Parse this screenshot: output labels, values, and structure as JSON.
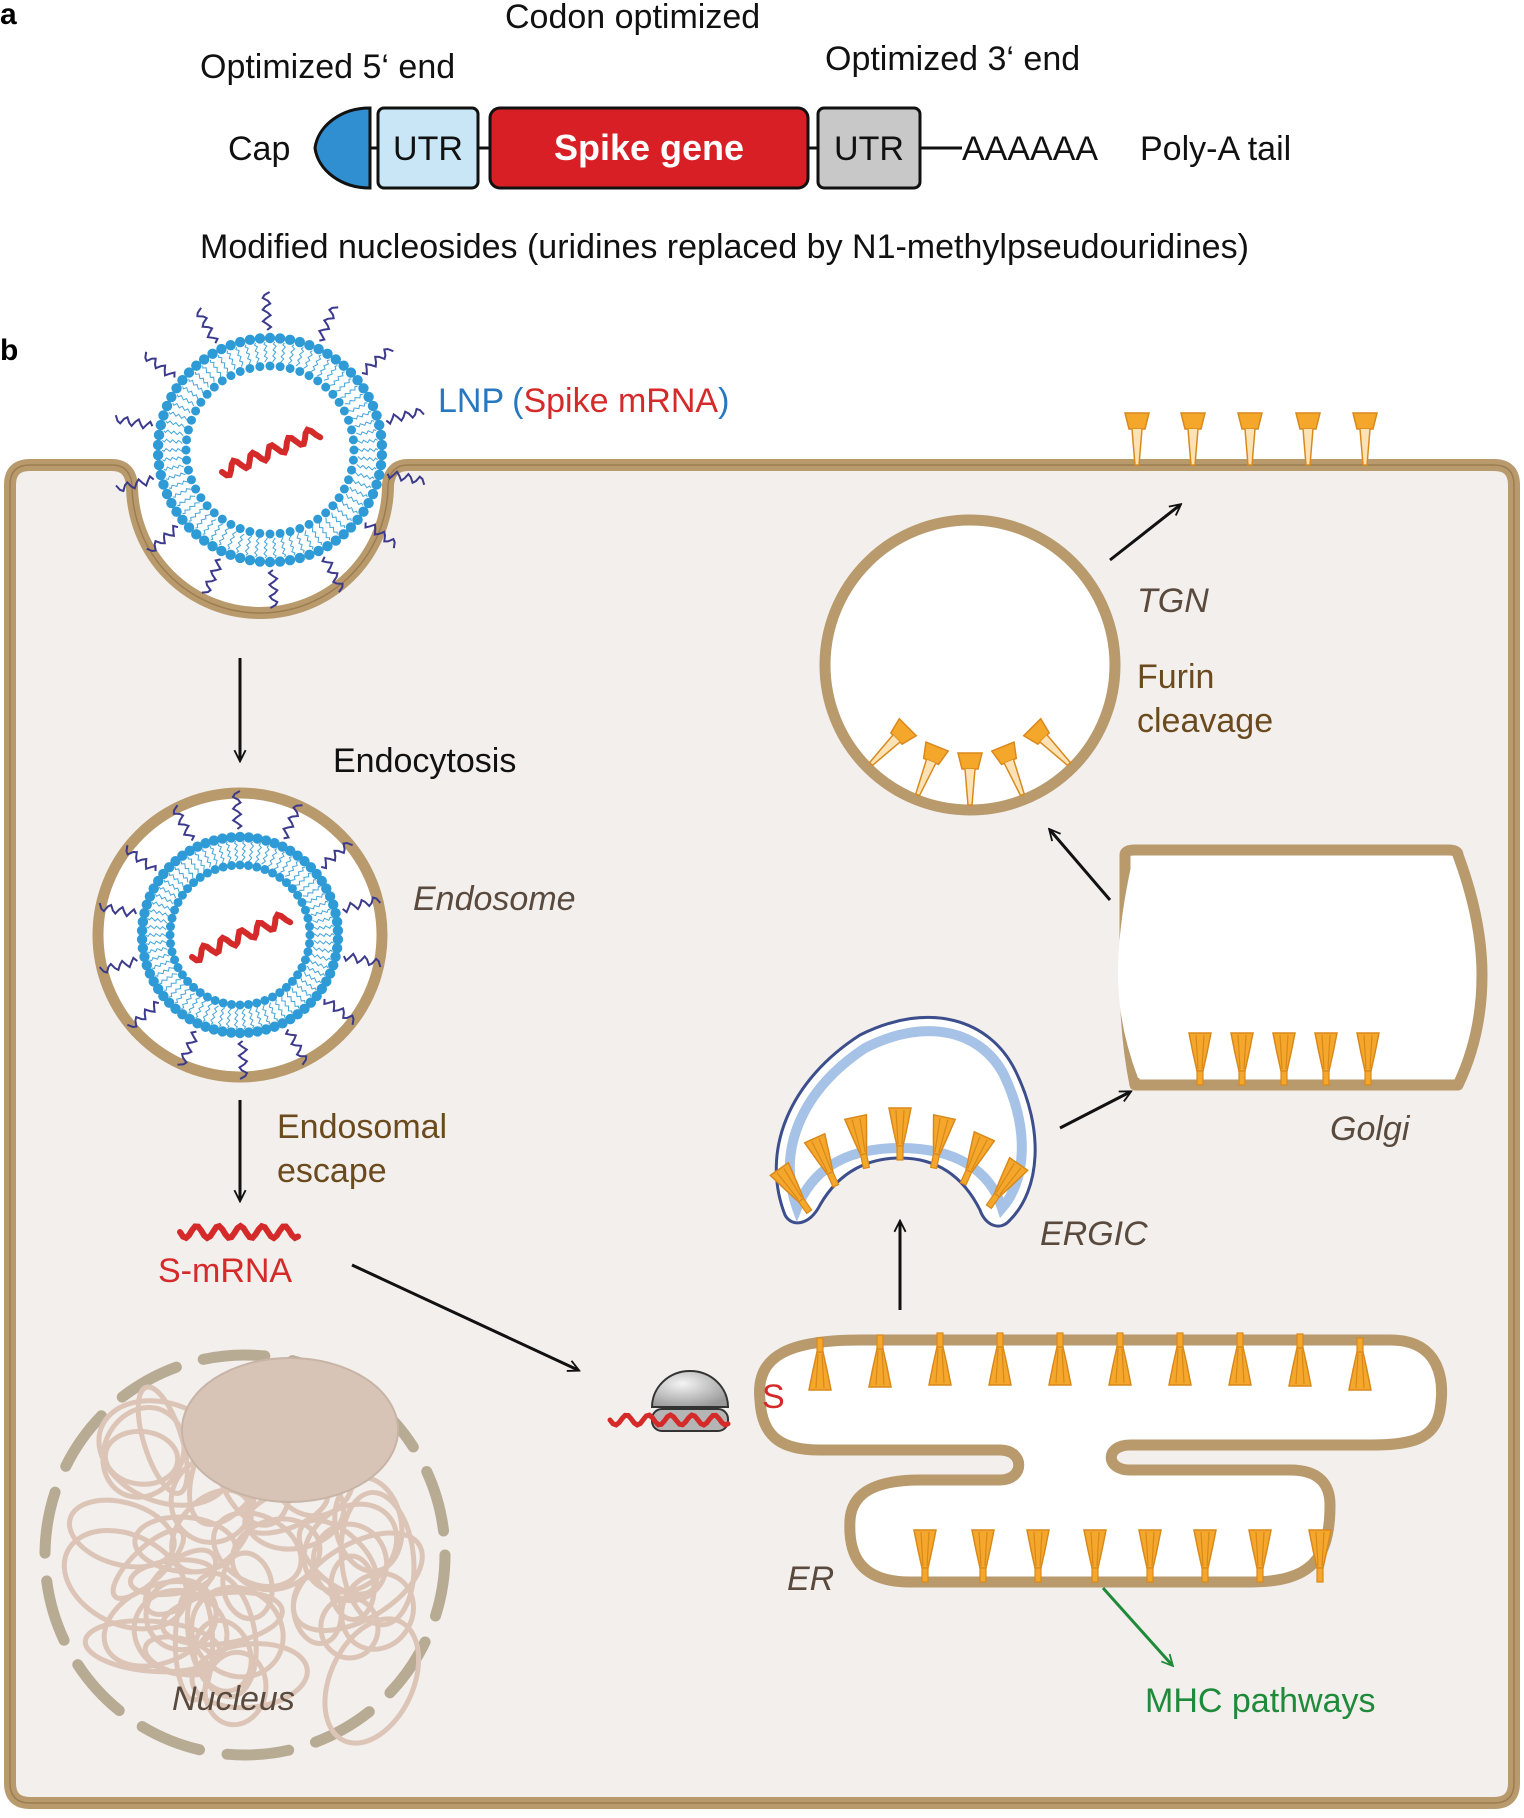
{
  "panel_a": {
    "letter": "a",
    "codon_optimized": "Codon optimized",
    "optimized_5_end": "Optimized 5‘ end",
    "optimized_3_end": "Optimized 3‘ end",
    "cap": "Cap",
    "utr_5": "UTR",
    "spike_gene": "Spike gene",
    "utr_3": "UTR",
    "poly_a_seq": "AAAAAA",
    "poly_a_tail": "Poly-A tail",
    "modified_nucleosides": "Modified nucleosides (uridines replaced by N1-methylpseudouridines)"
  },
  "panel_b": {
    "letter": "b",
    "lnp_label": "LNP",
    "lnp_paren_open": "(",
    "lnp_cargo": "Spike mRNA",
    "lnp_paren_close": ")",
    "endocytosis": "Endocytosis",
    "endosome": "Endosome",
    "endosomal_escape_1": "Endosomal",
    "endosomal_escape_2": "escape",
    "s_mrna": "S-mRNA",
    "nucleus": "Nucleus",
    "s_label": "S",
    "er": "ER",
    "ergic": "ERGIC",
    "golgi": "Golgi",
    "tgn": "TGN",
    "furin_1": "Furin",
    "furin_2": "cleavage",
    "mhc": "MHC pathways"
  },
  "colors": {
    "membrane": "#b89a6c",
    "cell_fill": "#f2efec",
    "lipid_blue": "#2f9bd6",
    "peg_purple": "#3c3a8c",
    "mrna_red": "#d42a2a",
    "spike_orange": "#f4a72a",
    "utr5_fill": "#c8e6f5",
    "utr3_fill": "#c8c8c8",
    "spike_gene_fill": "#d91f26",
    "mhc_green": "#1f8a3a",
    "ergic_blue": "#3c4e8c"
  },
  "icons": [
    "cap-icon",
    "lnp-particle-icon",
    "ribosome-icon",
    "spike-protein-icon",
    "nucleus-icon"
  ]
}
